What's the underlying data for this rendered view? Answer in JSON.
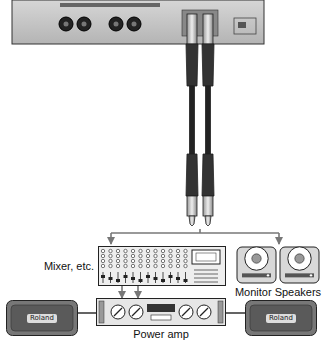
{
  "diagram": {
    "nodes": [
      {
        "text": [
          "Mixer, etc."
        ]
      },
      {
        "text": [
          "Monitor Speakers"
        ]
      },
      {
        "text": [
          "Roland"
        ]
      },
      {
        "text": [
          "Power amp"
        ]
      },
      {
        "text": [
          "Roland"
        ]
      }
    ],
    "edges": [
      {
        "from": 0,
        "to": 3,
        "arrow": "to"
      },
      {
        "from": 0,
        "to": 3,
        "arrow": "to"
      },
      {
        "from": 2,
        "to": 3,
        "arrow": "none"
      },
      {
        "from": 4,
        "to": 3,
        "arrow": "none"
      }
    ]
  }
}
